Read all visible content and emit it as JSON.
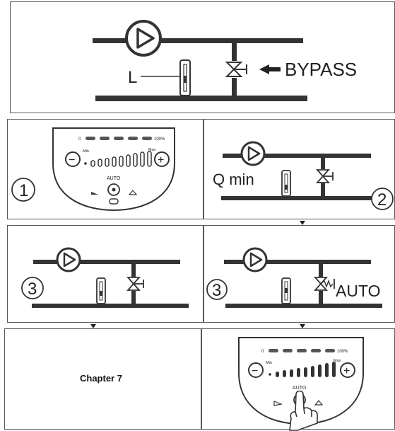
{
  "top": {
    "level_label": "L",
    "bypass_label": "BYPASS"
  },
  "step1": {
    "number": "1",
    "scale_min_label": "0",
    "scale_max_label": "100%",
    "min_label": "Min",
    "max_label": "Max",
    "minus_symbol": "−",
    "plus_symbol": "+",
    "auto_label": "AUTO"
  },
  "step2": {
    "number": "2",
    "flow_label": "Q min"
  },
  "step3a": {
    "number": "3"
  },
  "step3b": {
    "number": "3",
    "auto_label": "AUTO"
  },
  "step4": {
    "chapter_label": "Chapter 7",
    "scale_min_label": "0",
    "scale_max_label": "100%",
    "min_label": "Min",
    "max_label": "Max",
    "minus_symbol": "−",
    "plus_symbol": "+",
    "auto_label": "AUTO"
  },
  "colors": {
    "pipe": "#333333",
    "frame": "#5a5a5a"
  },
  "icons": [
    "pump-icon",
    "valve-icon",
    "level-gauge-icon",
    "arrow-left-icon",
    "hand-pointer-icon"
  ]
}
